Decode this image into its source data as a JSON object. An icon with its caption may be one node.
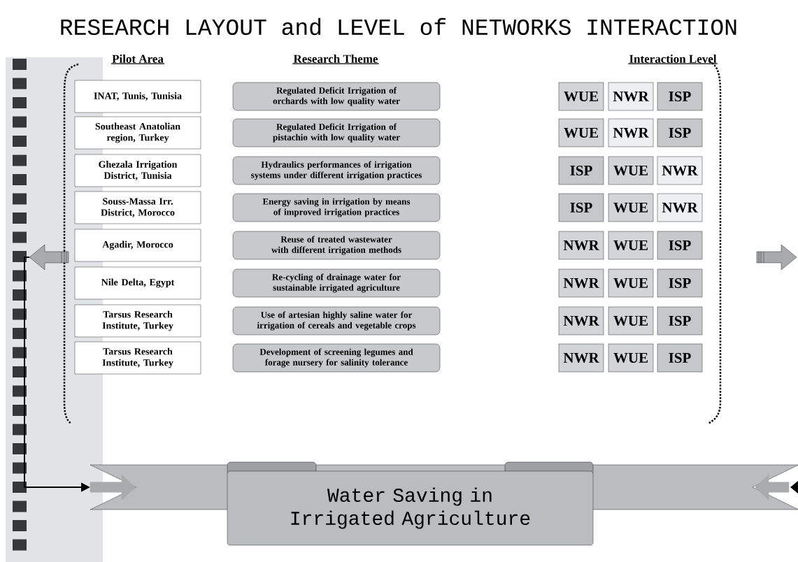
{
  "diagram": {
    "title": "RESEARCH LAYOUT and LEVEL of NETWORKS INTERACTION",
    "nodes": [
      {
        "text": [
          "INAT, Tunis, Tunisia"
        ]
      },
      {
        "text": [
          "Regulated Deficit Irrigation of orchards with low quality water"
        ]
      },
      {
        "text": [
          "WUE"
        ]
      },
      {
        "text": [
          "NWR"
        ]
      },
      {
        "text": [
          "ISP"
        ]
      },
      {
        "text": [
          "Southeast Anatolian region, Turkey"
        ]
      },
      {
        "text": [
          "Regulated Deficit Irrigation of pistachio with low quality water"
        ]
      },
      {
        "text": [
          "WUE"
        ]
      },
      {
        "text": [
          "NWR"
        ]
      },
      {
        "text": [
          "ISP"
        ]
      },
      {
        "text": [
          "Ghezala Irrigation District, Tunisia"
        ]
      },
      {
        "text": [
          "Hydraulics performances of irrigation systems under different irrigation practices"
        ]
      },
      {
        "text": [
          "ISP"
        ]
      },
      {
        "text": [
          "WUE"
        ]
      },
      {
        "text": [
          "NWR"
        ]
      },
      {
        "text": [
          "Souss-Massa Irr. District, Morocco"
        ]
      },
      {
        "text": [
          "Energy saving in irrigation by means of improved irrigation practices"
        ]
      },
      {
        "text": [
          "ISP"
        ]
      },
      {
        "text": [
          "WUE"
        ]
      },
      {
        "text": [
          "NWR"
        ]
      },
      {
        "text": [
          "Agadir, Morocco"
        ]
      },
      {
        "text": [
          "Reuse of treated wastewater with different irrigation methods"
        ]
      },
      {
        "text": [
          "NWR"
        ]
      },
      {
        "text": [
          "WUE"
        ]
      },
      {
        "text": [
          "ISP"
        ]
      },
      {
        "text": [
          "Nile Delta, Egypt"
        ]
      },
      {
        "text": [
          "Re-cycling of drainage water for sustainable irrigated agriculture"
        ]
      },
      {
        "text": [
          "NWR"
        ]
      },
      {
        "text": [
          "WUE"
        ]
      },
      {
        "text": [
          "ISP"
        ]
      },
      {
        "text": [
          "Tarsus Research Institute, Turkey"
        ]
      },
      {
        "text": [
          "Use of artesian highly saline water for irrigation of cereals and vegetable crops"
        ]
      },
      {
        "text": [
          "NWR"
        ]
      },
      {
        "text": [
          "WUE"
        ]
      },
      {
        "text": [
          "ISP"
        ]
      },
      {
        "text": [
          "Tarsus Research Institute, Turkey"
        ]
      },
      {
        "text": [
          "Development of screening legumes and forage nursery for salinity tolerance"
        ]
      },
      {
        "text": [
          "NWR"
        ]
      },
      {
        "text": [
          "WUE"
        ]
      },
      {
        "text": [
          "ISP"
        ]
      },
      {
        "text": [],
        "shape": "band"
      },
      {
        "text": [
          "Water Saving in Irrigated Agriculture"
        ]
      }
    ],
    "edges": [
      {
        "from": null,
        "to": 40,
        "arrow": "to"
      },
      {
        "from": null,
        "to": 40,
        "arrow": "to"
      }
    ],
    "labels": [
      "Pilot Area",
      "Research Theme",
      "Interaction Level"
    ]
  }
}
